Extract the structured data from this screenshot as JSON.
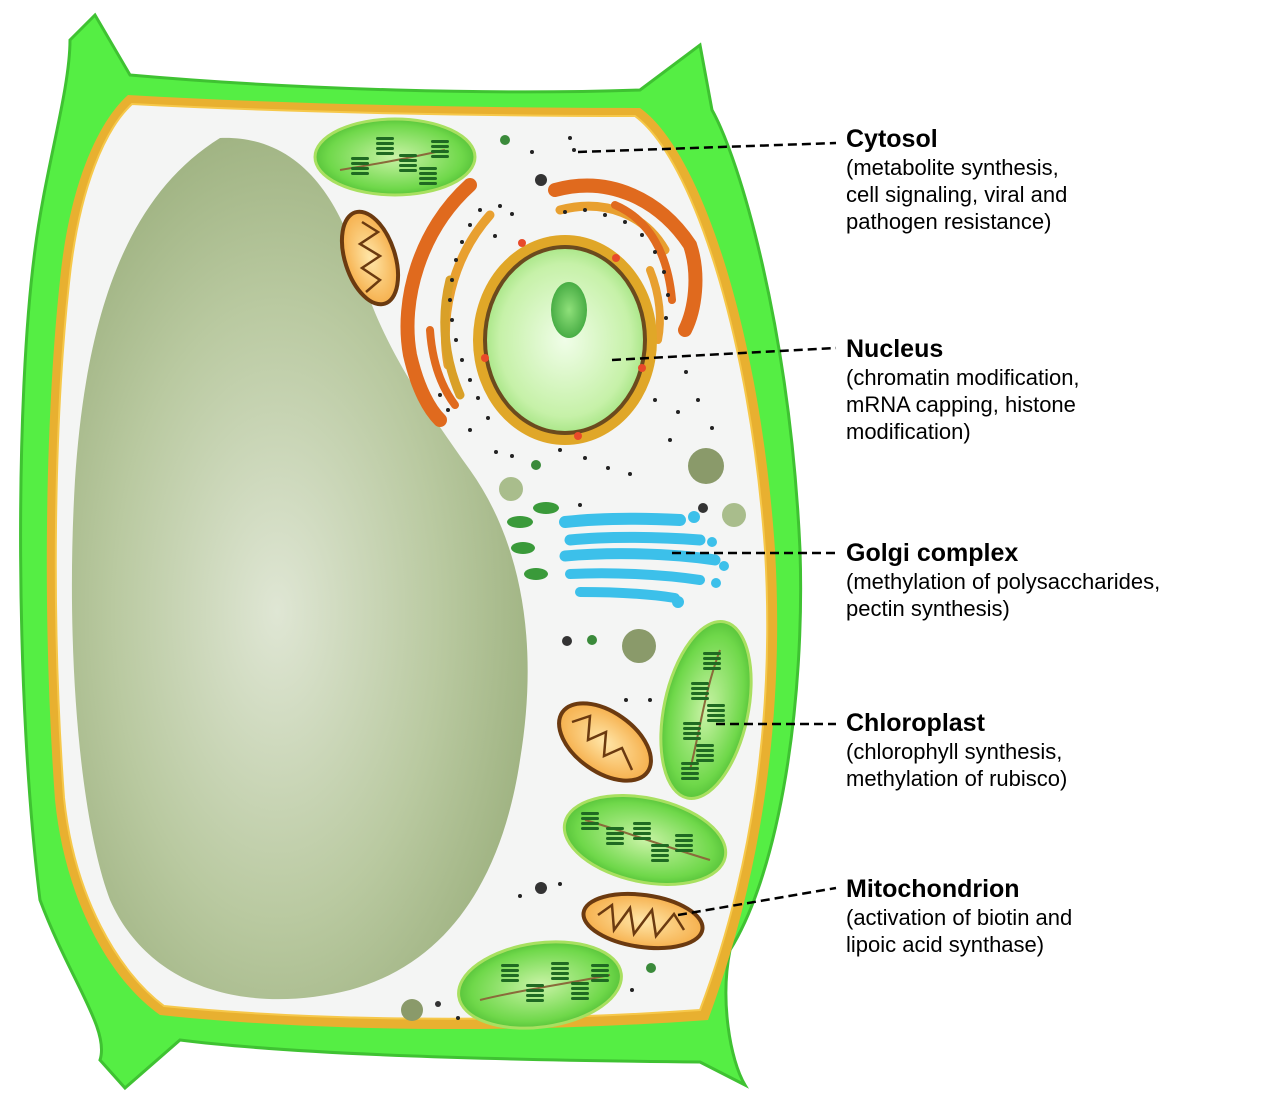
{
  "labels": [
    {
      "id": "cytosol",
      "title": "Cytosol",
      "description": "(metabolite synthesis,\ncell signaling, viral and\npathogen resistance)"
    },
    {
      "id": "nucleus",
      "title": "Nucleus",
      "description": "(chromatin modification,\nmRNA capping, histone\nmodification)"
    },
    {
      "id": "golgi",
      "title": "Golgi complex",
      "description": "(methylation of polysaccharides,\npectin synthesis)"
    },
    {
      "id": "chloroplast",
      "title": "Chloroplast",
      "description": "(chlorophyll synthesis,\nmethylation of rubisco)"
    },
    {
      "id": "mitochondrion",
      "title": "Mitochondrion",
      "description": "(activation of biotin and\nlipoic acid synthase)"
    }
  ],
  "colors": {
    "cell_wall": "#55ee44",
    "membrane": "#e8b030",
    "cytoplasm": "#f4f5f4",
    "vacuole": "#a9bd8c",
    "chloroplast": "#6fd84a",
    "thylakoid": "#1f6a22",
    "mitochondrion": "#f6b24a",
    "er_rough": "#e06a1e",
    "golgi": "#3cc0ea",
    "nucleus": "#c8f4b0"
  }
}
